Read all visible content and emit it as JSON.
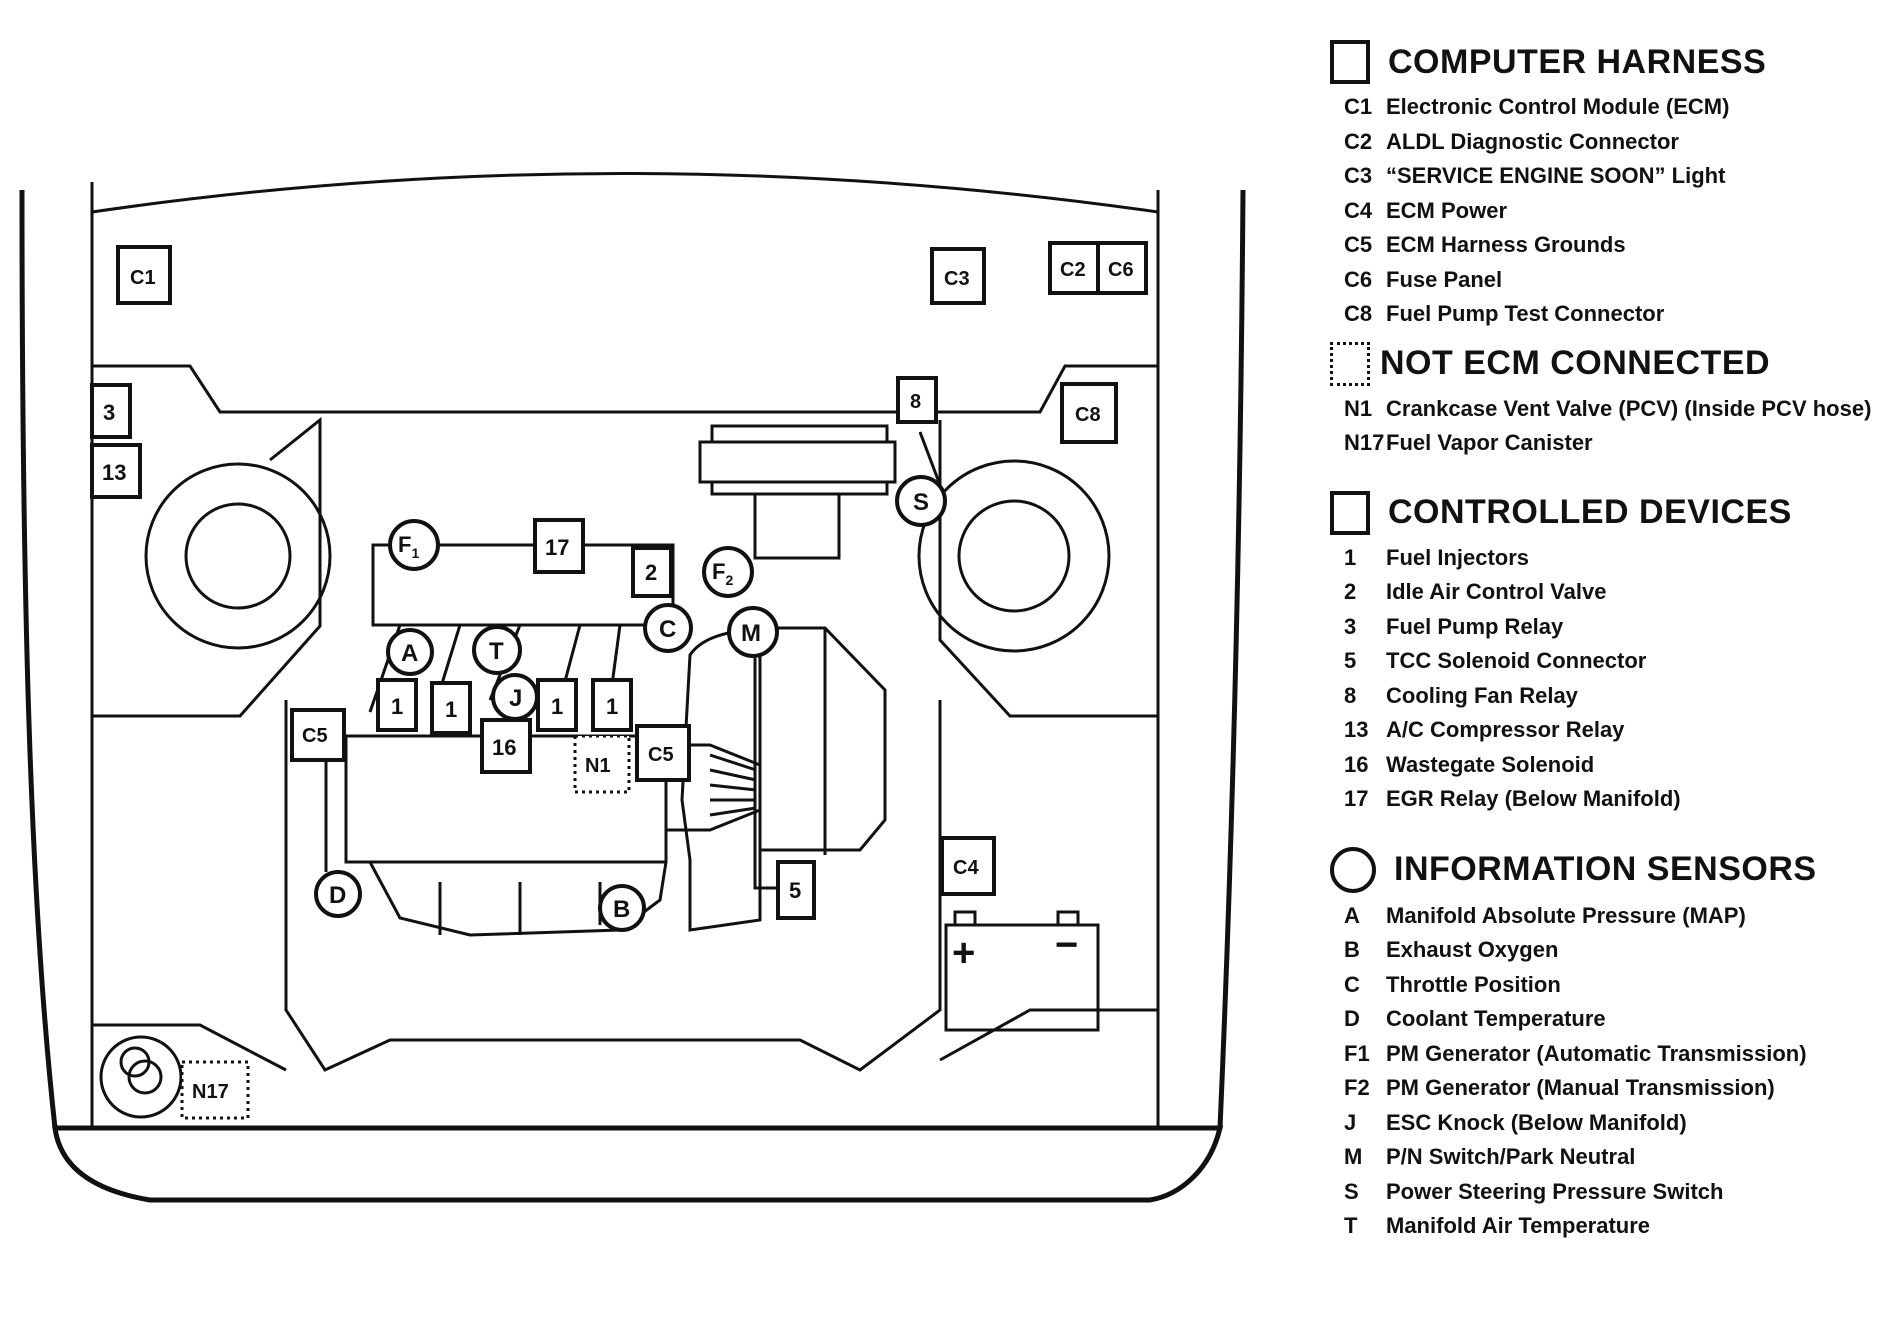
{
  "diagram_labels": {
    "C1": "C1",
    "C2": "C2",
    "C3": "C3",
    "C4": "C4",
    "C5": "C5",
    "C6": "C6",
    "C8": "C8",
    "n1": "1",
    "n2": "2",
    "n3": "3",
    "n5": "5",
    "n8": "8",
    "n13": "13",
    "n16": "16",
    "n17": "17",
    "N1": "N1",
    "N17": "N17",
    "A": "A",
    "B": "B",
    "C": "C",
    "D": "D",
    "J": "J",
    "M": "M",
    "S": "S",
    "T": "T",
    "F": "F",
    "F_sub1": "1",
    "F_sub2": "2",
    "plus": "+",
    "minus": "−"
  },
  "legend": {
    "computer_harness": {
      "title": "COMPUTER HARNESS",
      "items": [
        {
          "code": "C1",
          "label": "Electronic Control Module (ECM)"
        },
        {
          "code": "C2",
          "label": "ALDL Diagnostic Connector"
        },
        {
          "code": "C3",
          "label": "“SERVICE ENGINE SOON” Light"
        },
        {
          "code": "C4",
          "label": "ECM Power"
        },
        {
          "code": "C5",
          "label": "ECM Harness Grounds"
        },
        {
          "code": "C6",
          "label": "Fuse Panel"
        },
        {
          "code": "C8",
          "label": "Fuel Pump Test Connector"
        }
      ]
    },
    "not_ecm": {
      "title": "NOT ECM CONNECTED",
      "items": [
        {
          "code": "N1",
          "label": "Crankcase Vent Valve (PCV) (Inside PCV hose)"
        },
        {
          "code": "N17",
          "label": "Fuel Vapor Canister"
        }
      ]
    },
    "controlled_devices": {
      "title": "CONTROLLED DEVICES",
      "items": [
        {
          "code": "1",
          "label": "Fuel Injectors"
        },
        {
          "code": "2",
          "label": "Idle Air Control Valve"
        },
        {
          "code": "3",
          "label": "Fuel Pump Relay"
        },
        {
          "code": "5",
          "label": "TCC Solenoid Connector"
        },
        {
          "code": "8",
          "label": "Cooling Fan Relay"
        },
        {
          "code": "13",
          "label": "A/C Compressor Relay"
        },
        {
          "code": "16",
          "label": "Wastegate Solenoid"
        },
        {
          "code": "17",
          "label": "EGR Relay (Below Manifold)"
        }
      ]
    },
    "information_sensors": {
      "title": "INFORMATION SENSORS",
      "items": [
        {
          "code": "A",
          "label": "Manifold Absolute Pressure (MAP)"
        },
        {
          "code": "B",
          "label": "Exhaust Oxygen"
        },
        {
          "code": "C",
          "label": "Throttle Position"
        },
        {
          "code": "D",
          "label": "Coolant Temperature"
        },
        {
          "code": "F1",
          "label": "PM Generator (Automatic Transmission)"
        },
        {
          "code": "F2",
          "label": "PM Generator (Manual Transmission)"
        },
        {
          "code": "J",
          "label": "ESC Knock (Below Manifold)"
        },
        {
          "code": "M",
          "label": "P/N Switch/Park Neutral"
        },
        {
          "code": "S",
          "label": "Power Steering Pressure Switch"
        },
        {
          "code": "T",
          "label": "Manifold Air Temperature"
        }
      ]
    }
  }
}
